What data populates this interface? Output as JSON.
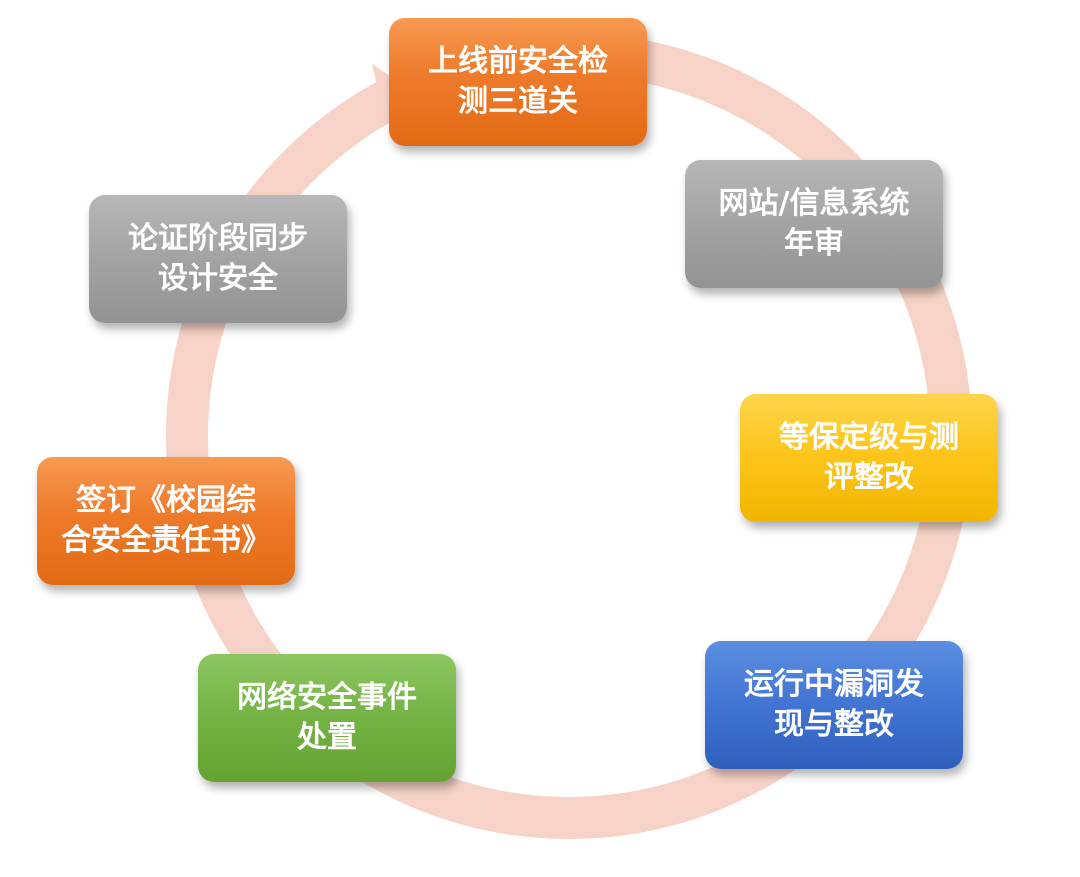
{
  "colors": {
    "ring": "#f6d3c6",
    "orange": "#ee7a2a",
    "gray": "#a3a3a3",
    "yellow": "#fcc419",
    "blue": "#4174d3",
    "green": "#74b244",
    "text": "#ffffff"
  },
  "nodes": {
    "pre_launch": {
      "line1": "上线前安全检",
      "line2": "测三道关"
    },
    "annual_review": {
      "line1": "网站/信息系统",
      "line2": "年审"
    },
    "grading": {
      "line1": "等保定级与测",
      "line2": "评整改"
    },
    "vuln_fix": {
      "line1": "运行中漏洞发",
      "line2": "现与整改"
    },
    "incident": {
      "line1": "网络安全事件",
      "line2": "处置"
    },
    "responsibility": {
      "line1": "签订《校园综",
      "line2": "合安全责任书》"
    },
    "design": {
      "line1": "论证阶段同步",
      "line2": "设计安全"
    }
  }
}
